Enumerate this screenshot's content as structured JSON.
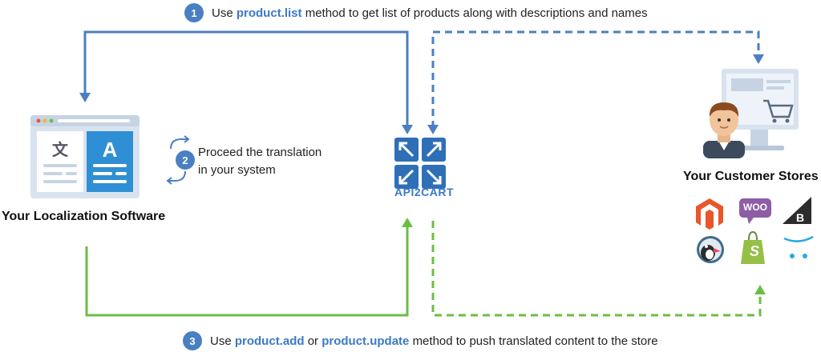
{
  "step1": {
    "number": "1",
    "prefix": "Use",
    "method": "product.list",
    "suffix": "method to get list of products along with descriptions and names"
  },
  "step2": {
    "number": "2",
    "line1": "Proceed the translation",
    "line2": "in your system"
  },
  "step3": {
    "number": "3",
    "prefix": "Use",
    "method1": "product.add",
    "middle": "or",
    "method2": "product.update",
    "suffix": "method to push translated content to the store"
  },
  "nodes": {
    "localization": "Your Localization Software",
    "api2cart": "API2CART",
    "stores": "Your Customer Stores"
  },
  "platforms": [
    {
      "icon": "magento-icon"
    },
    {
      "icon": "woocommerce-icon",
      "text": "WOO"
    },
    {
      "icon": "bigcommerce-icon"
    },
    {
      "icon": "prestashop-icon"
    },
    {
      "icon": "shopify-icon",
      "text": "S"
    },
    {
      "icon": "opencart-icon"
    }
  ],
  "colors": {
    "blue": "#4a7fc1",
    "green": "#6cbd45",
    "method": "#3b7ac7"
  }
}
